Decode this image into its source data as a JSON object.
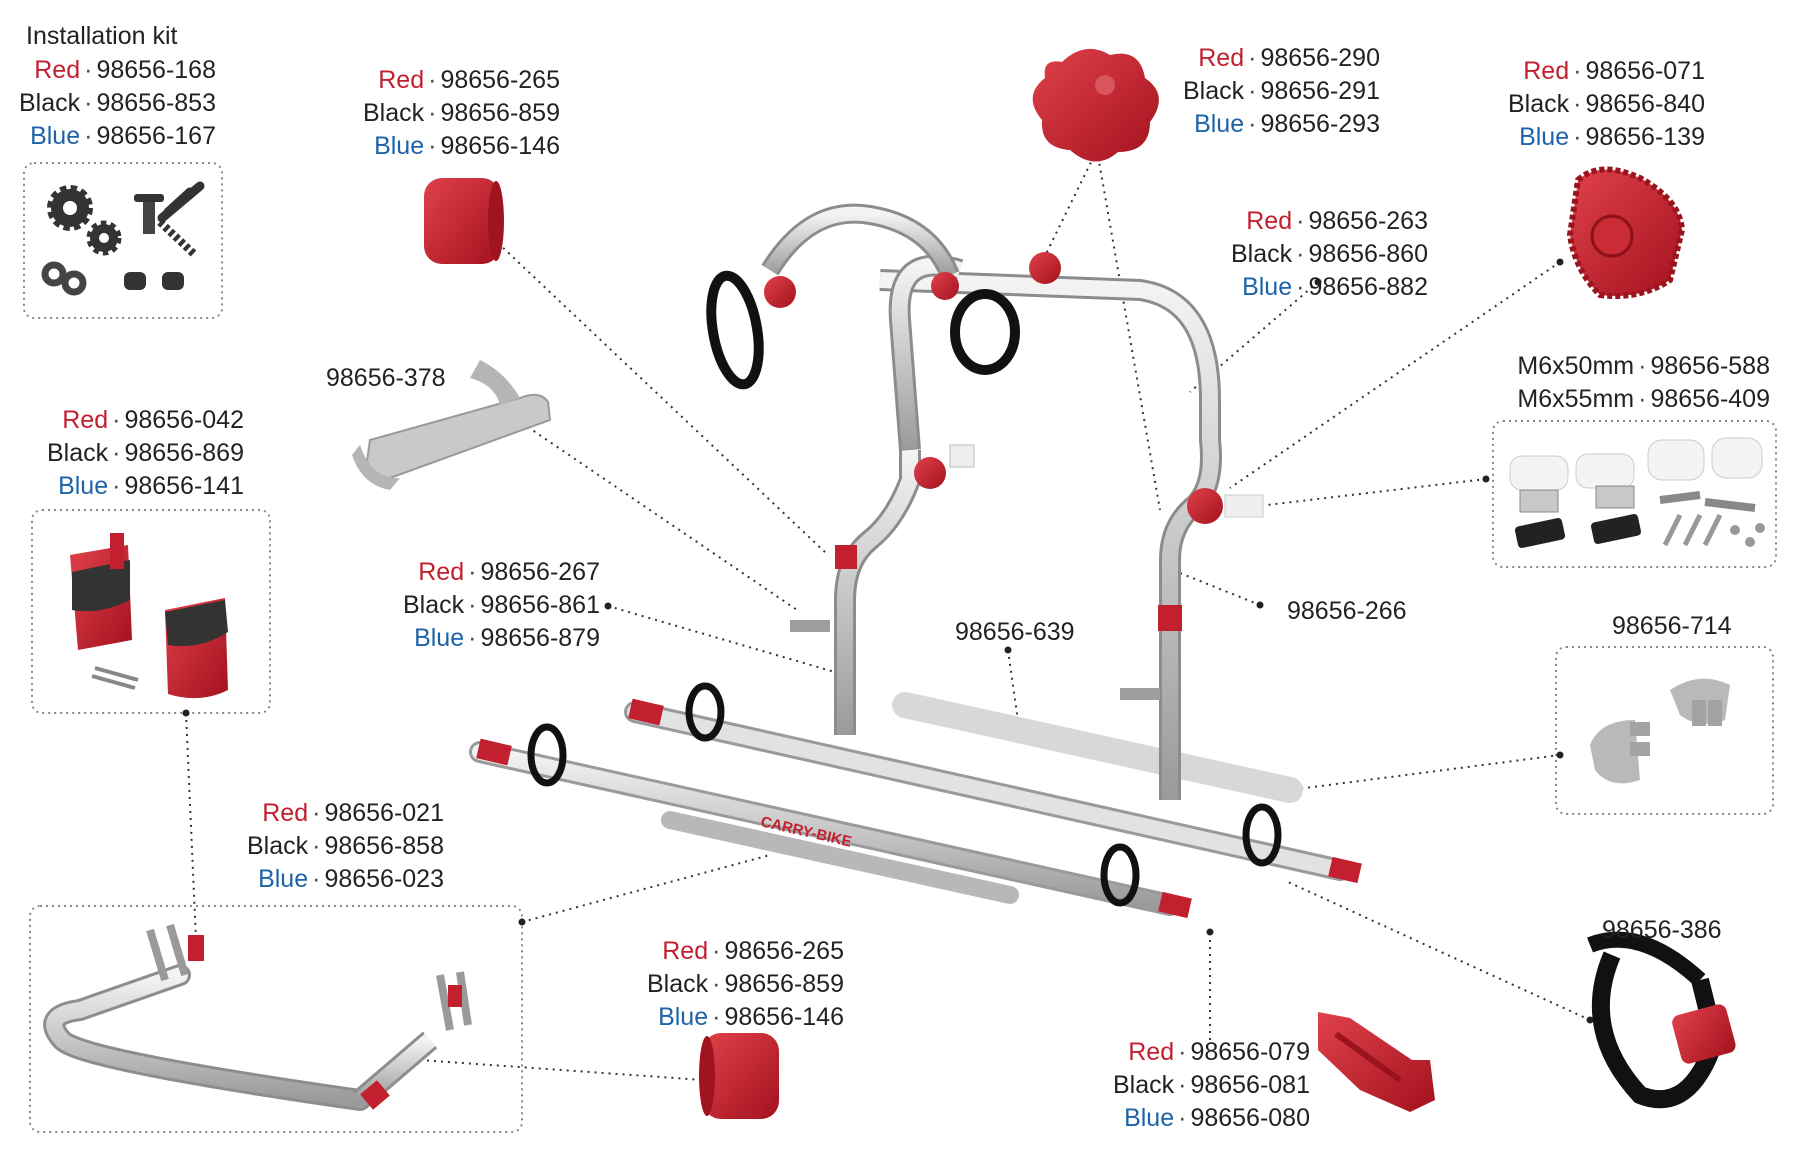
{
  "colors": {
    "red": "#c21f2f",
    "blue": "#1e63a8",
    "text": "#222222",
    "leader": "#333333"
  },
  "separator": "·",
  "installation_kit": {
    "title": "Installation kit",
    "variants": [
      {
        "color": "Red",
        "code": "98656-168"
      },
      {
        "color": "Black",
        "code": "98656-853"
      },
      {
        "color": "Blue",
        "code": "98656-167"
      }
    ]
  },
  "parts": [
    {
      "id": "end-cap-top",
      "variants": [
        {
          "color": "Red",
          "code": "98656-265"
        },
        {
          "color": "Black",
          "code": "98656-859"
        },
        {
          "color": "Blue",
          "code": "98656-146"
        }
      ]
    },
    {
      "id": "knob",
      "variants": [
        {
          "color": "Red",
          "code": "98656-290"
        },
        {
          "color": "Black",
          "code": "98656-291"
        },
        {
          "color": "Blue",
          "code": "98656-293"
        }
      ]
    },
    {
      "id": "ratchet-block",
      "variants": [
        {
          "color": "Red",
          "code": "98656-071"
        },
        {
          "color": "Black",
          "code": "98656-840"
        },
        {
          "color": "Blue",
          "code": "98656-139"
        }
      ]
    },
    {
      "id": "frame-clamp",
      "variants": [
        {
          "color": "Red",
          "code": "98656-263"
        },
        {
          "color": "Black",
          "code": "98656-860"
        },
        {
          "color": "Blue",
          "code": "98656-882"
        }
      ]
    },
    {
      "id": "wall-bracket",
      "variants": [
        {
          "color": "Red",
          "code": "98656-042"
        },
        {
          "color": "Black",
          "code": "98656-869"
        },
        {
          "color": "Blue",
          "code": "98656-141"
        }
      ]
    },
    {
      "id": "tube-connector",
      "variants": [
        {
          "color": "Red",
          "code": "98656-267"
        },
        {
          "color": "Black",
          "code": "98656-861"
        },
        {
          "color": "Blue",
          "code": "98656-879"
        }
      ]
    },
    {
      "id": "lower-frame",
      "variants": [
        {
          "color": "Red",
          "code": "98656-021"
        },
        {
          "color": "Black",
          "code": "98656-858"
        },
        {
          "color": "Blue",
          "code": "98656-023"
        }
      ]
    },
    {
      "id": "end-cap-bottom",
      "variants": [
        {
          "color": "Red",
          "code": "98656-265"
        },
        {
          "color": "Black",
          "code": "98656-859"
        },
        {
          "color": "Blue",
          "code": "98656-146"
        }
      ]
    },
    {
      "id": "rail-end-cap",
      "variants": [
        {
          "color": "Red",
          "code": "98656-079"
        },
        {
          "color": "Black",
          "code": "98656-081"
        },
        {
          "color": "Blue",
          "code": "98656-080"
        }
      ]
    }
  ],
  "single_codes": {
    "support": "98656-378",
    "bar": "98656-639",
    "pivot": "98656-266",
    "end_plug": "98656-714",
    "strap": "98656-386"
  },
  "bolt_set": {
    "m50": {
      "size": "M6x50mm",
      "code": "98656-588"
    },
    "m55": {
      "size": "M6x55mm",
      "code": "98656-409"
    }
  },
  "brand_text": "CARRY-BIKE"
}
